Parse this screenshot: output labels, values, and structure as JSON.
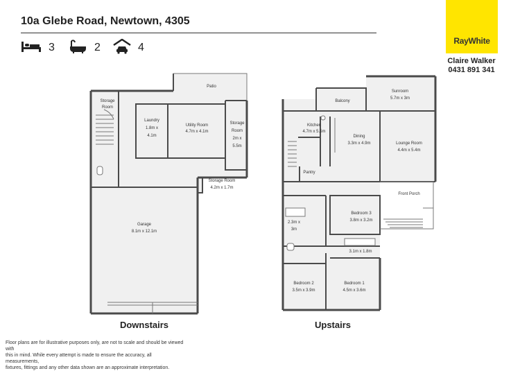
{
  "header": {
    "address": "10a Glebe Road, Newtown, 4305"
  },
  "features": {
    "bedrooms": "3",
    "bathrooms": "2",
    "garages": "4",
    "icons": [
      "bed-icon",
      "bath-icon",
      "car-icon"
    ]
  },
  "brand": {
    "name": "RayWhite",
    "color": "#ffe500"
  },
  "agent": {
    "name": "Claire Walker",
    "phone": "0431 891 341"
  },
  "downstairs": {
    "label": "Downstairs",
    "rooms": {
      "patio": "Patio",
      "storage_room_a_l1": "Storage",
      "storage_room_a_l2": "Room",
      "laundry_l1": "Laundry",
      "laundry_l2": "1.8m x",
      "laundry_l3": "4.1m",
      "utility_l1": "Utility Room",
      "utility_l2": "4.7m x 4.1m",
      "storage_b_l1": "Storage",
      "storage_b_l2": "Room",
      "storage_b_l3": "2m x",
      "storage_b_l4": "5.5m",
      "storage_c_l1": "Storage Room",
      "storage_c_l2": "4.2m x 1.7m",
      "garage_l1": "Garage",
      "garage_l2": "8.1m x 12.1m"
    }
  },
  "upstairs": {
    "label": "Upstairs",
    "rooms": {
      "balcony": "Balcony",
      "sunroom_l1": "Sunroom",
      "sunroom_l2": "5.7m x 3m",
      "kitchen_l1": "Kitchen",
      "kitchen_l2": "4.7m x 5.5m",
      "dining_l1": "Dining",
      "dining_l2": "3.3m x 4.9m",
      "lounge_l1": "Lounge Room",
      "lounge_l2": "4.4m x 5.4m",
      "pantry": "Pantry",
      "front_porch": "Front Porch",
      "bath_l1": "2.3m x",
      "bath_l2": "3m",
      "bedroom3_l1": "Bedroom 3",
      "bedroom3_l2": "3.8m x 3.2m",
      "ensuite": "3.1m x 1.8m",
      "bedroom2_l1": "Bedroom 2",
      "bedroom2_l2": "3.5m x 3.9m",
      "bedroom1_l1": "Bedroom 1",
      "bedroom1_l2": "4.5m x 3.6m"
    }
  },
  "disclaimer": {
    "line1": "Floor plans are for illustrative purposes only, are not to scale and should be viewed with",
    "line2": "this in mind. While every attempt is made to ensure the accuracy, all measurements,",
    "line3": "fixtures, fittings and any other data shown are an approximate interpretation."
  }
}
